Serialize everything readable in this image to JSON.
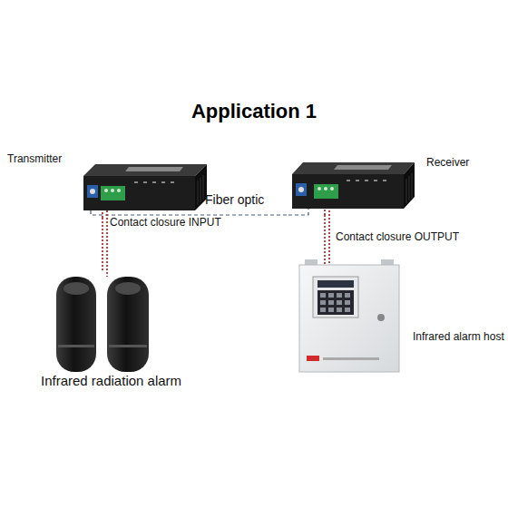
{
  "diagram": {
    "title": "Application 1",
    "nodes": [
      {
        "text": [
          "Transmitter"
        ]
      },
      {
        "text": [
          "Receiver"
        ]
      },
      {
        "text": [
          "Infrared radiation alarm"
        ]
      },
      {
        "text": [
          "Infrared alarm host"
        ]
      }
    ],
    "edges": [
      {
        "from": 0,
        "to": 1,
        "label": "Fiber optic",
        "arrow": "none"
      },
      {
        "from": 2,
        "to": 0,
        "label": "Contact closure INPUT",
        "arrow": "none"
      },
      {
        "from": 1,
        "to": 3,
        "label": "Contact closure OUTPUT",
        "arrow": "none"
      }
    ]
  }
}
